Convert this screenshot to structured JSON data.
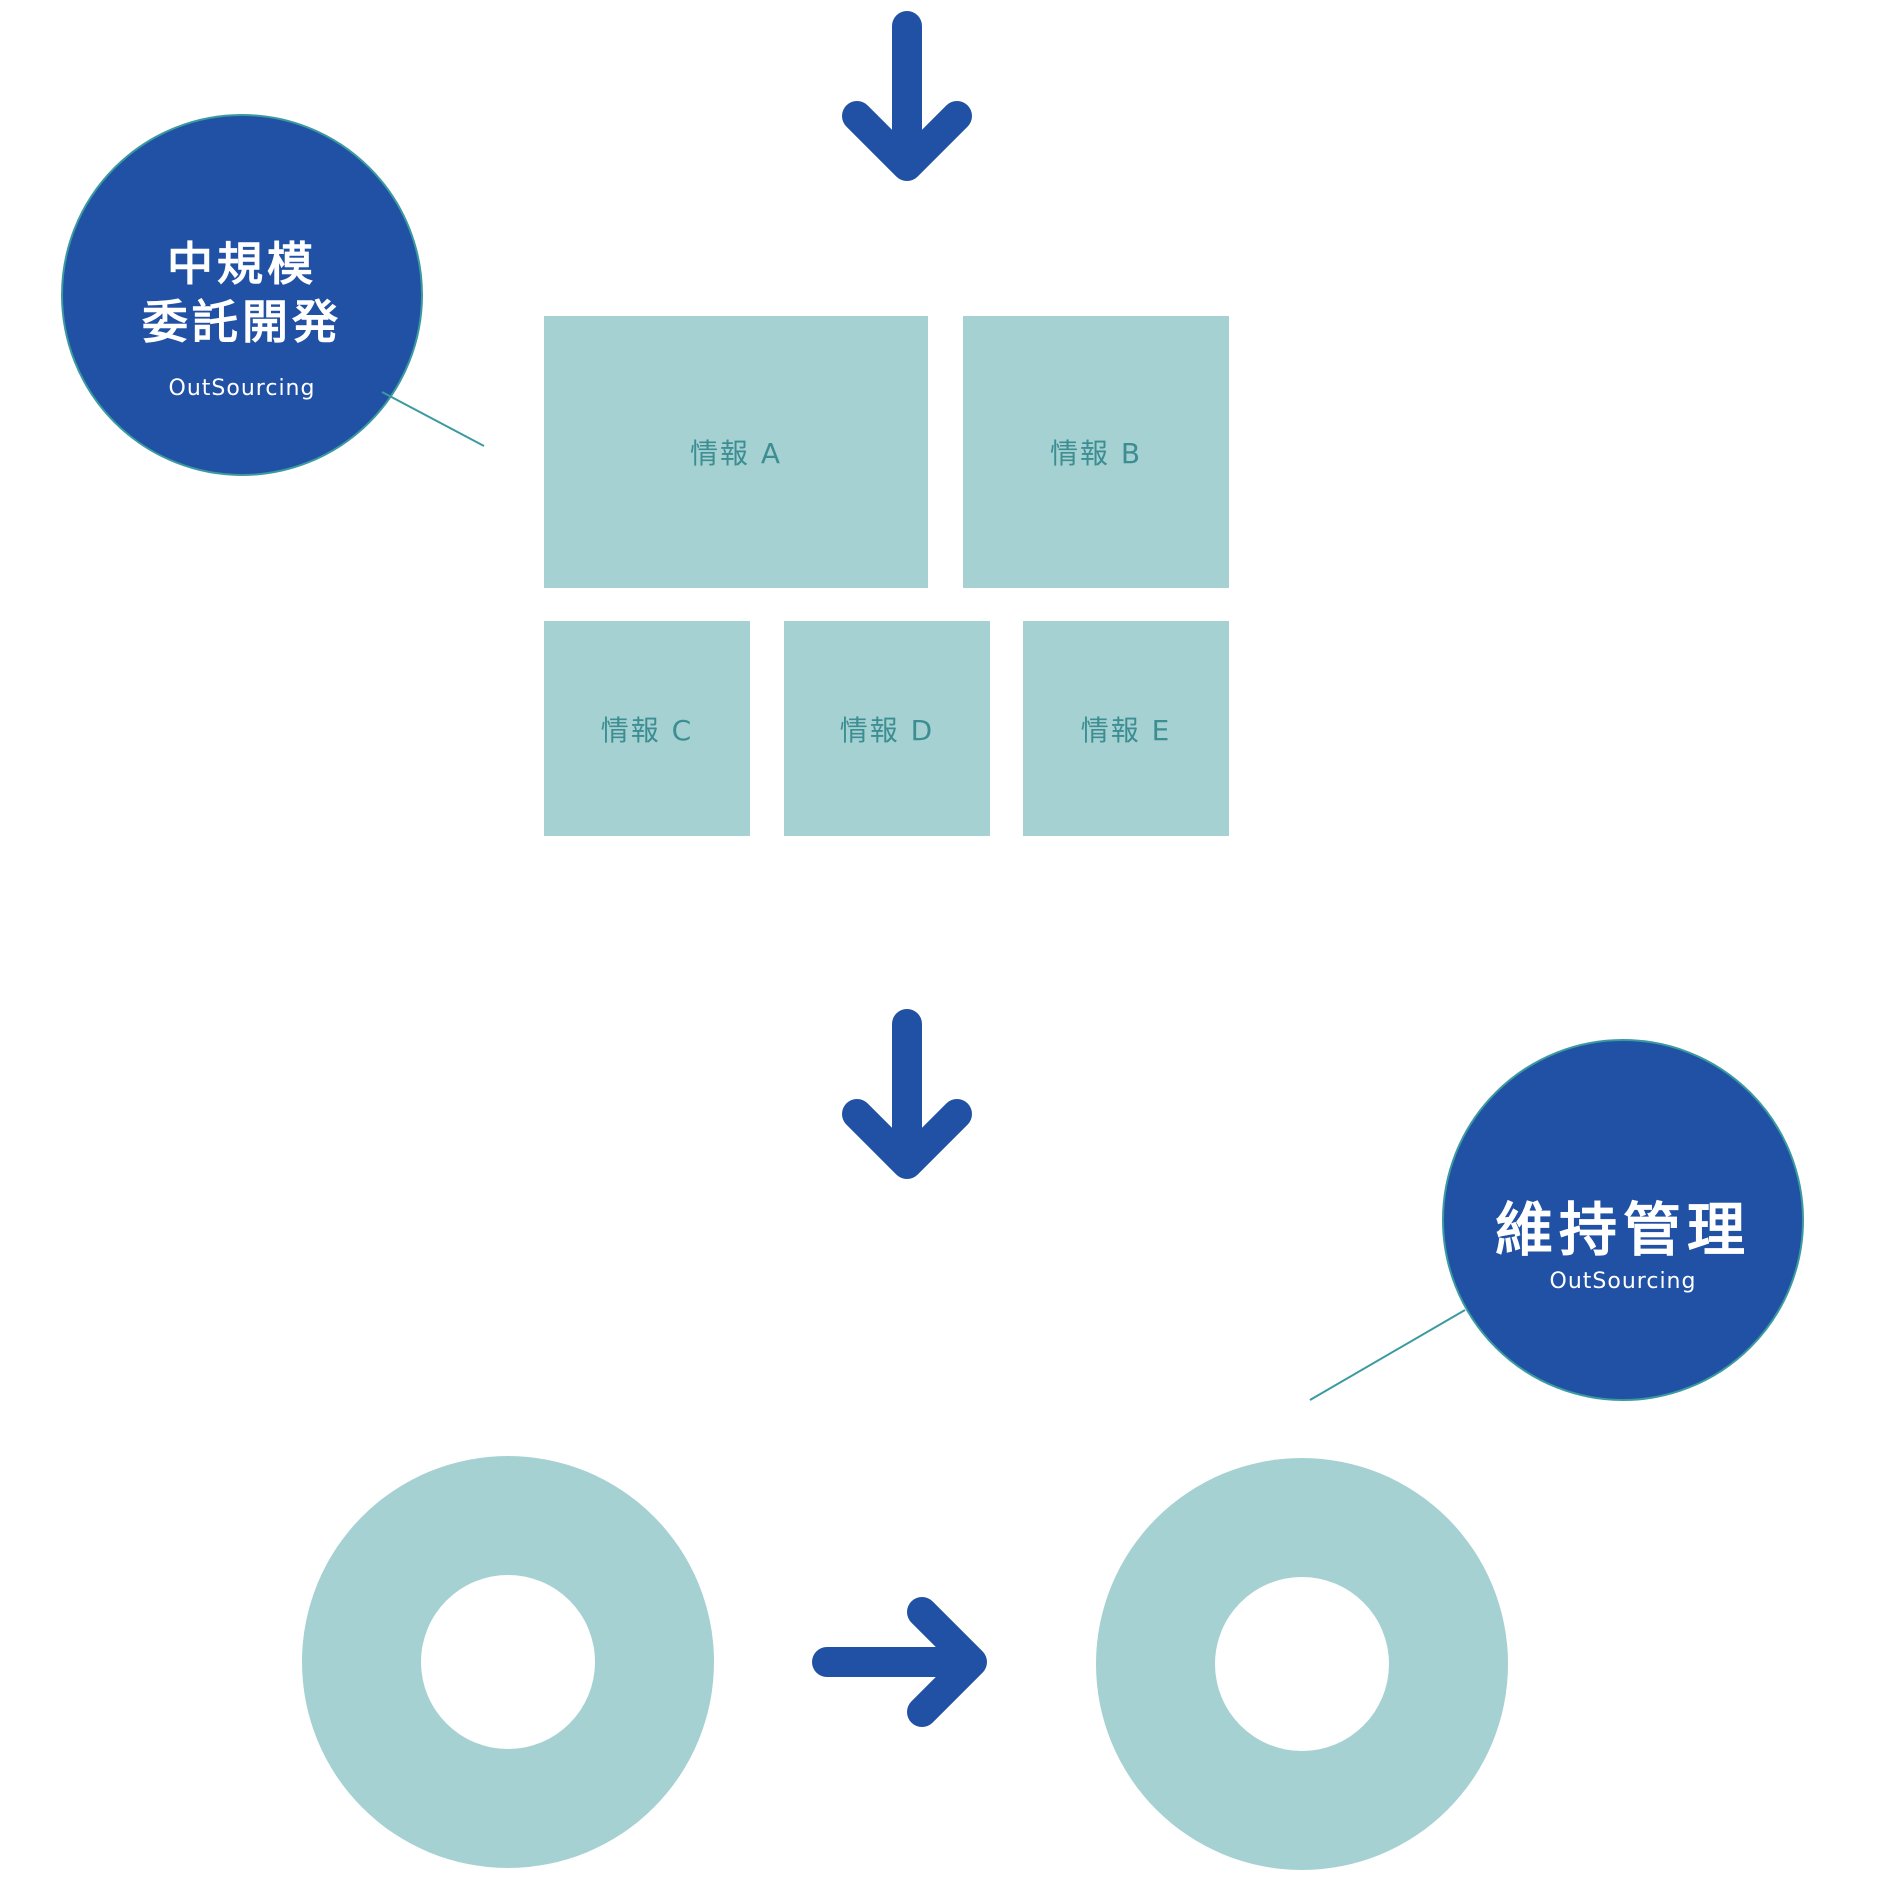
{
  "colors": {
    "navy": "#2151a4",
    "teal_light": "#a6d1d2",
    "teal_text": "#3c8e92",
    "connector": "#3a9aa0"
  },
  "badges": {
    "outsourcing_dev": {
      "title_line1": "中規模",
      "title_line2": "委託開発",
      "subtitle": "OutSourcing"
    },
    "maintenance": {
      "title": "維持管理",
      "subtitle": "OutSourcing"
    }
  },
  "boxes": {
    "a": "情報 A",
    "b": "情報 B",
    "c": "情報 C",
    "d": "情報 D",
    "e": "情報 E"
  },
  "icons": {
    "arrow_top": "arrow-down-icon",
    "arrow_middle": "arrow-down-icon",
    "arrow_bottom": "arrow-right-icon"
  }
}
